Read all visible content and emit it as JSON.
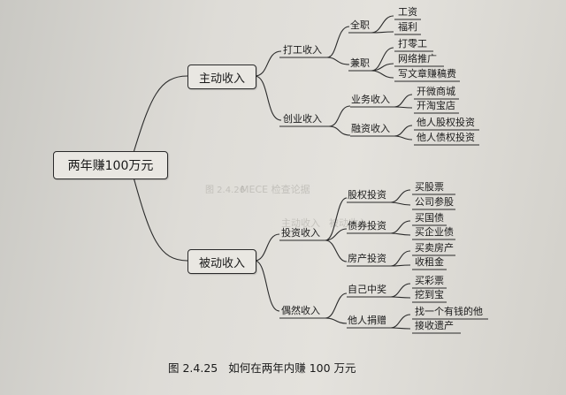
{
  "mindmap": {
    "root": "两年赚100万元",
    "active": {
      "label": "主动收入",
      "work": {
        "label": "打工收入",
        "fulltime": {
          "label": "全职",
          "items": [
            "工资",
            "福利"
          ]
        },
        "parttime": {
          "label": "兼职",
          "items": [
            "打零工",
            "网络推广",
            "写文章赚稿费"
          ]
        }
      },
      "startup": {
        "label": "创业收入",
        "business": {
          "label": "业务收入",
          "items": [
            "开微商城",
            "开淘宝店"
          ]
        },
        "financing": {
          "label": "融资收入",
          "items": [
            "他人股权投资",
            "他人债权投资"
          ]
        }
      }
    },
    "passive": {
      "label": "被动收入",
      "invest": {
        "label": "投资收入",
        "equity": {
          "label": "股权投资",
          "items": [
            "买股票",
            "公司参股"
          ]
        },
        "bond": {
          "label": "债券投资",
          "items": [
            "买国债",
            "买企业债"
          ]
        },
        "property": {
          "label": "房产投资",
          "items": [
            "买卖房产",
            "收租金"
          ]
        }
      },
      "windfall": {
        "label": "偶然收入",
        "lottery": {
          "label": "自己中奖",
          "items": [
            "买彩票",
            "挖到宝"
          ]
        },
        "gift": {
          "label": "他人捐赠",
          "items": [
            "找一个有钱的他",
            "接收遗产"
          ]
        }
      }
    }
  },
  "caption": {
    "figure": "图 2.4.25",
    "text": "如何在两年内赚 100 万元"
  },
  "bleed_text": [
    "MECE 检查论据",
    "图 2.4.26",
    "主动收入",
    "被动收入"
  ]
}
